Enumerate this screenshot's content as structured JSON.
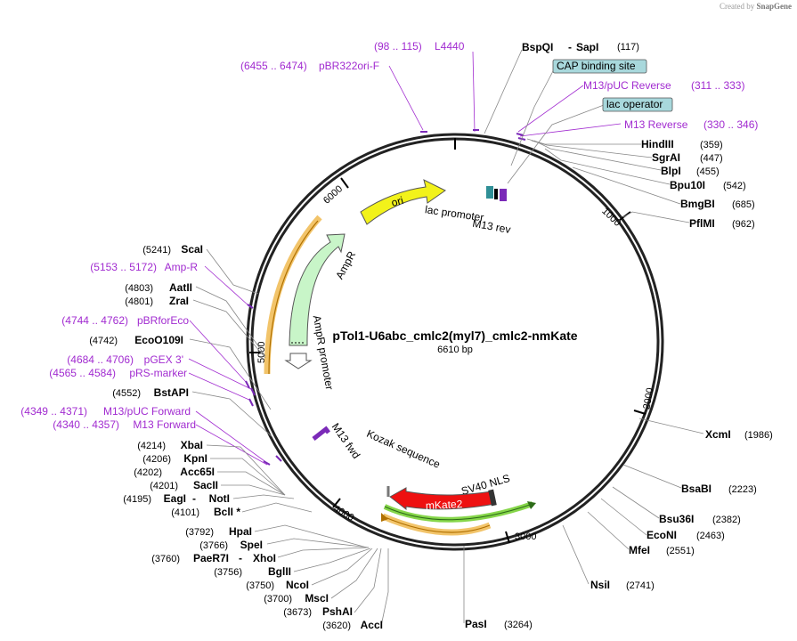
{
  "credit": {
    "prefix": "Created by",
    "brand": "SnapGene"
  },
  "plasmid": {
    "name": "pTol1-U6abc_cmlc2(myl7)_cmlc2-nmKate",
    "length": "6610 bp",
    "length_bp": 6610
  },
  "ticks": [
    "1000",
    "2000",
    "3000",
    "4000",
    "5000",
    "6000"
  ],
  "enzymes_right": [
    {
      "name": "BspQI",
      "name2": "SapI",
      "pos": "(117)"
    },
    {
      "name": "HindIII",
      "pos": "(359)"
    },
    {
      "name": "SgrAI",
      "pos": "(447)"
    },
    {
      "name": "BlpI",
      "pos": "(455)"
    },
    {
      "name": "Bpu10I",
      "pos": "(542)"
    },
    {
      "name": "BmgBI",
      "pos": "(685)"
    },
    {
      "name": "PflMI",
      "pos": "(962)"
    },
    {
      "name": "XcmI",
      "pos": "(1986)"
    },
    {
      "name": "BsaBI",
      "pos": "(2223)"
    },
    {
      "name": "Bsu36I",
      "pos": "(2382)"
    },
    {
      "name": "EcoNI",
      "pos": "(2463)"
    },
    {
      "name": "MfeI",
      "pos": "(2551)"
    },
    {
      "name": "NsiI",
      "pos": "(2741)"
    },
    {
      "name": "PasI",
      "pos": "(3264)"
    }
  ],
  "enzymes_left": [
    {
      "name": "ScaI",
      "pos": "(5241)"
    },
    {
      "name": "AatII",
      "pos": "(4803)"
    },
    {
      "name": "ZraI",
      "pos": "(4801)"
    },
    {
      "name": "EcoO109I",
      "pos": "(4742)"
    },
    {
      "name": "BstAPI",
      "pos": "(4552)"
    },
    {
      "name": "XbaI",
      "pos": "(4214)"
    },
    {
      "name": "KpnI",
      "pos": "(4206)"
    },
    {
      "name": "Acc65I",
      "pos": "(4202)"
    },
    {
      "name": "SacII",
      "pos": "(4201)"
    },
    {
      "name": "EagI",
      "name2": "NotI",
      "pos": "(4195)"
    },
    {
      "name": "BclI *",
      "pos": "(4101)"
    },
    {
      "name": "HpaI",
      "pos": "(3792)"
    },
    {
      "name": "SpeI",
      "pos": "(3766)"
    },
    {
      "name": "PaeR7I",
      "name2": "XhoI",
      "pos": "(3760)"
    },
    {
      "name": "BglII",
      "pos": "(3756)"
    },
    {
      "name": "NcoI",
      "pos": "(3750)"
    },
    {
      "name": "MscI",
      "pos": "(3700)"
    },
    {
      "name": "PshAI",
      "pos": "(3673)"
    },
    {
      "name": "AccI",
      "pos": "(3620)"
    }
  ],
  "primers": [
    {
      "name": "L4440",
      "pos": "(98 .. 115)"
    },
    {
      "name": "pBR322ori-F",
      "pos": "(6455 .. 6474)"
    },
    {
      "name": "M13/pUC Reverse",
      "pos": "(311 .. 333)"
    },
    {
      "name": "M13 Reverse",
      "pos": "(330 .. 346)"
    },
    {
      "name": "Amp-R",
      "pos": "(5153 .. 5172)"
    },
    {
      "name": "pBRforEco",
      "pos": "(4744 .. 4762)"
    },
    {
      "name": "pGEX 3'",
      "pos": "(4684 .. 4706)"
    },
    {
      "name": "pRS-marker",
      "pos": "(4565 .. 4584)"
    },
    {
      "name": "M13/pUC Forward",
      "pos": "(4349 .. 4371)"
    },
    {
      "name": "M13 Forward",
      "pos": "(4340 .. 4357)"
    }
  ],
  "boxed_features": [
    "CAP binding site",
    "lac operator"
  ],
  "features": {
    "ori": "ori",
    "ampr": "AmpR",
    "ampr_promoter": "AmpR promoter",
    "lac_promoter": "lac promoter",
    "m13_rev": "M13 rev",
    "m13_fwd": "M13 fwd",
    "kozak": "Kozak sequence",
    "sv40": "SV40 NLS",
    "mkate2": "mKate2"
  },
  "colors": {
    "primer": "#a12bd0",
    "ori": "#f2f21a",
    "ampr": "#c8f5c8",
    "mkate2": "#ee1111",
    "box": "#a8d8dc",
    "orf": "#f2c46a",
    "orf_green": "#86d64a"
  }
}
